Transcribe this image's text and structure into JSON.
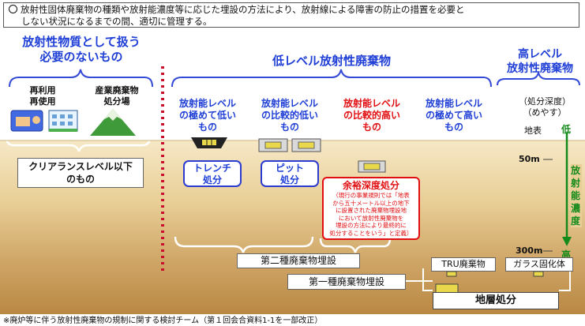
{
  "header": {
    "line1": "放射性固体廃棄物の種類や放射能濃度等に応じた埋設の方法により、放射線による障害の防止の措置を必要と",
    "line2": "しない状況になるまでの間、適切に管理する。"
  },
  "left_section": {
    "title_line1": "放射性物質として扱う",
    "title_line2": "必要のないもの",
    "reuse_line1": "再利用",
    "reuse_line2": "再使用",
    "industrial_line1": "産業廃棄物",
    "industrial_line2": "処分場",
    "clearance_line1": "クリアランスレベル以下",
    "clearance_line2": "のもの"
  },
  "low_level": {
    "title": "低レベル放射性廃棄物",
    "cat1_line1": "放射能レベル",
    "cat1_line2": "の極めて低い",
    "cat1_line3": "もの",
    "cat2_line1": "放射能レベル",
    "cat2_line2": "の比較的低い",
    "cat2_line3": "もの",
    "cat3_line1": "放射能レベル",
    "cat3_line2": "の比較的高い",
    "cat3_line3": "もの",
    "cat4_line1": "放射能レベル",
    "cat4_line2": "の極めて高い",
    "cat4_line3": "もの",
    "trench_line1": "トレンチ",
    "trench_line2": "処分",
    "pit_line1": "ピット",
    "pit_line2": "処分",
    "intermediate_title": "余裕深度処分",
    "intermediate_note_line1": "（現行の事業規則では「地表",
    "intermediate_note_line2": "から五十メートル以上の地下",
    "intermediate_note_line3": "に設置された廃棄物埋設地",
    "intermediate_note_line4": "において放射性廃棄物を",
    "intermediate_note_line5": "埋設の方法により最終的に",
    "intermediate_note_line6": "処分することをいう」と定義）"
  },
  "high_level": {
    "title_line1": "高レベル",
    "title_line2": "放射性廃棄物"
  },
  "depth_scale": {
    "label_line1": "（処分深度）",
    "label_line2": "（めやす）",
    "surface": "地表",
    "low": "低",
    "high": "高",
    "m50": "50m",
    "m300": "300m",
    "conc_c1": "放",
    "conc_c2": "射",
    "conc_c3": "能",
    "conc_c4": "濃",
    "conc_c5": "度"
  },
  "bottom": {
    "type2": "第二種廃棄物埋設",
    "type1": "第一種廃棄物埋設",
    "tru": "TRU廃棄物",
    "glass": "ガラス固化体",
    "geological": "地層処分"
  },
  "footnote": "※廃炉等に伴う放射性廃棄物の規制に関する検討チーム（第１回会合資料1-1を一部改正）",
  "colors": {
    "blue": "#1f3fd6",
    "red": "#e10f12",
    "green": "#138a1a",
    "divider_red": "#c8102e"
  }
}
